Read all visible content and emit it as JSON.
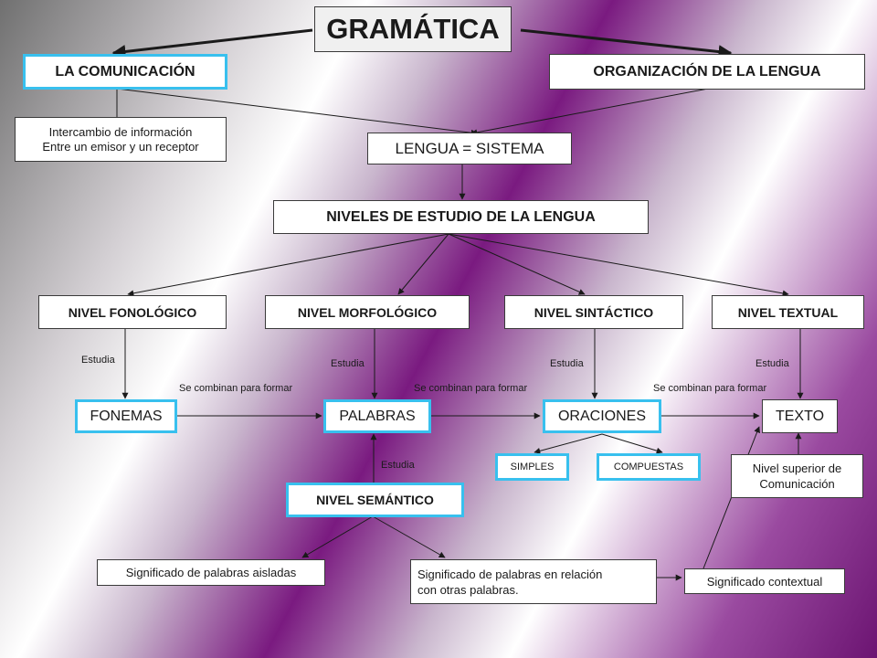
{
  "title": "GRAMÁTICA",
  "comunicacion": "LA COMUNICACIÓN",
  "organizacion": "ORGANIZACIÓN  DE LA LENGUA",
  "intercambio": [
    "Intercambio de información",
    "Entre un emisor y un receptor"
  ],
  "lengua": "LENGUA = SISTEMA",
  "niveles_estudio": "NIVELES DE ESTUDIO DE LA LENGUA",
  "niveles": [
    "NIVEL FONOLÓGICO",
    "NIVEL MORFOLÓGICO",
    "NIVEL SINTÁCTICO",
    "NIVEL TEXTUAL"
  ],
  "estudia": "Estudia",
  "se_combinan": "Se combinan para formar",
  "unidades": [
    "FONEMAS",
    "PALABRAS",
    "ORACIONES",
    "TEXTO"
  ],
  "simples": "SIMPLES",
  "compuestas": "COMPUESTAS",
  "semantico": "NIVEL SEMÁNTICO",
  "nivel_superior": [
    "Nivel superior de",
    "Comunicación"
  ],
  "sig_aisladas": "Significado de palabras aisladas",
  "sig_relacion": [
    "Significado de palabras en relación",
    "con otras palabras."
  ],
  "sig_contextual": "Significado contextual"
}
